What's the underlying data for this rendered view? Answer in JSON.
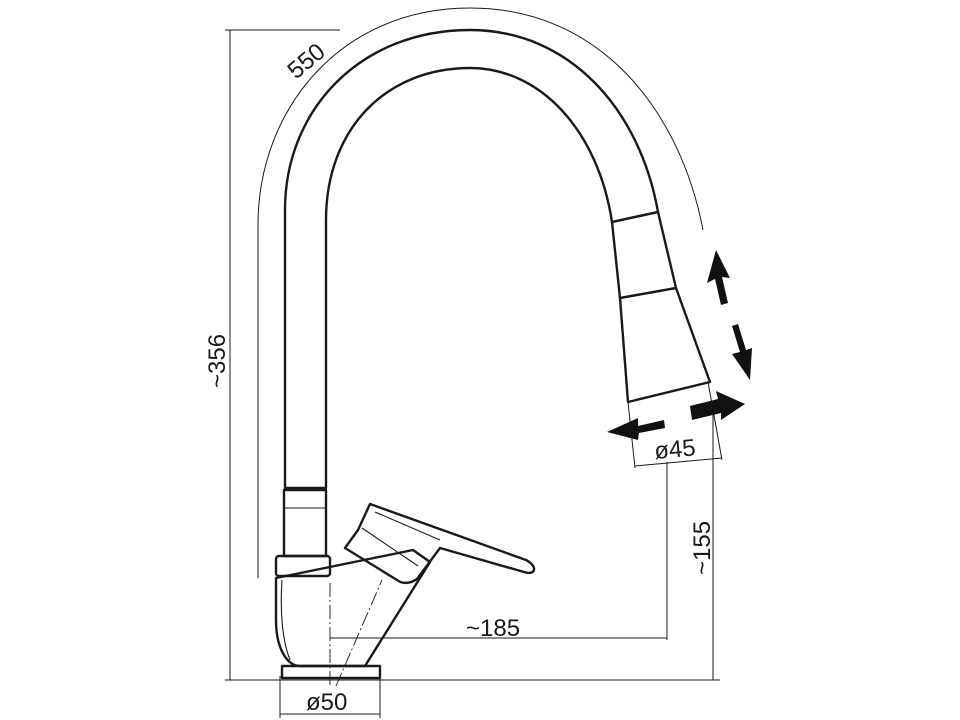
{
  "dimensions": {
    "hose_length": "550",
    "total_height": "~356",
    "spout_height": "~155",
    "reach": "~185",
    "head_diameter": "ø45",
    "base_diameter": "ø50"
  }
}
